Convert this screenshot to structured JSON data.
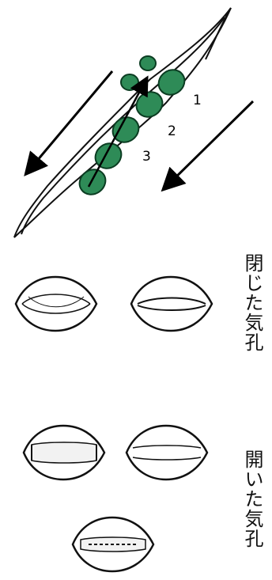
{
  "labels": {
    "stage_1": "1",
    "stage_2": "2",
    "stage_3": "3",
    "closed_stomata": "閉じた気孔",
    "open_stomata": "開いた気孔"
  },
  "colors": {
    "cell_fill": "#2e8b57",
    "cell_stroke": "#0b3d22",
    "outline": "#111111"
  },
  "icons": {
    "arrow": "arrow-icon"
  }
}
